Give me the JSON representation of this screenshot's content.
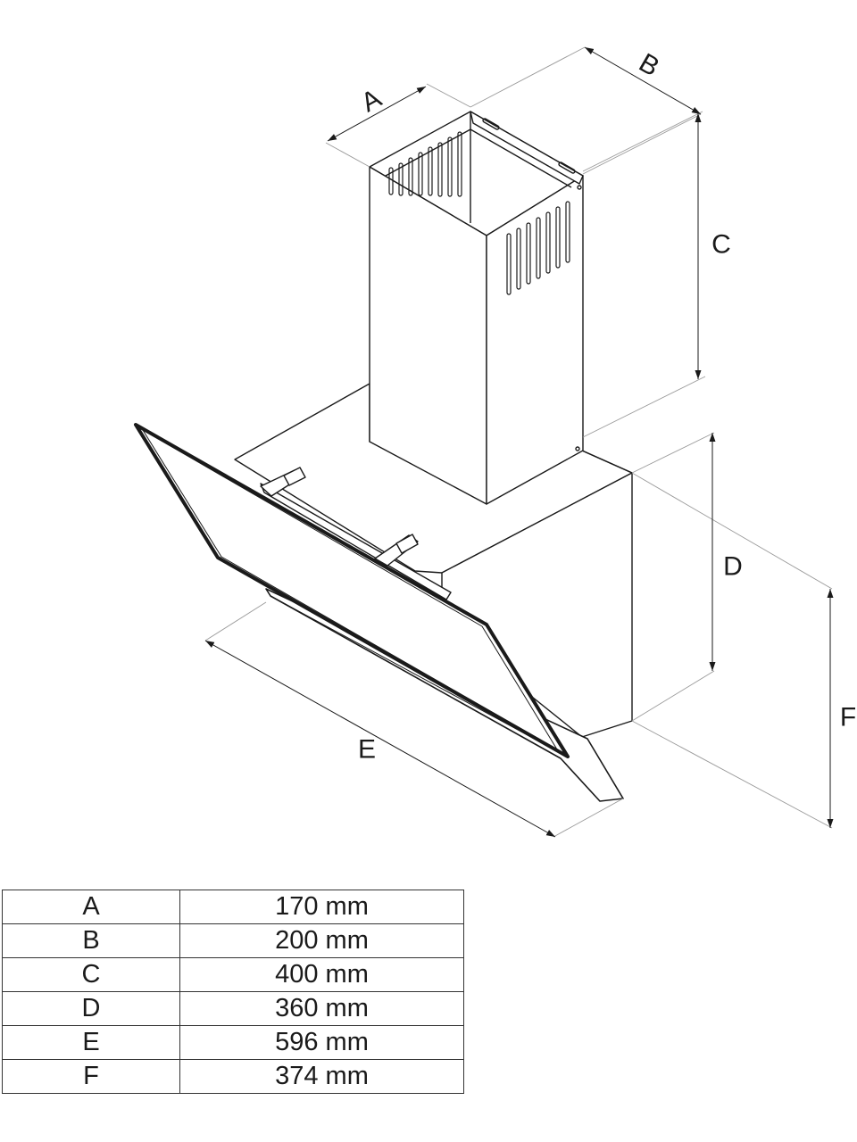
{
  "diagram": {
    "labels": {
      "A": "A",
      "B": "B",
      "C": "C",
      "D": "D",
      "E": "E",
      "F": "F"
    }
  },
  "table": {
    "rows": [
      {
        "key": "A",
        "value": "170 mm"
      },
      {
        "key": "B",
        "value": "200 mm"
      },
      {
        "key": "C",
        "value": "400 mm"
      },
      {
        "key": "D",
        "value": "360 mm"
      },
      {
        "key": "E",
        "value": "596 mm"
      },
      {
        "key": "F",
        "value": "374 mm"
      }
    ]
  },
  "colors": {
    "line": "#1a1a1a",
    "thin_line": "#9a9a9a",
    "background": "#ffffff"
  }
}
